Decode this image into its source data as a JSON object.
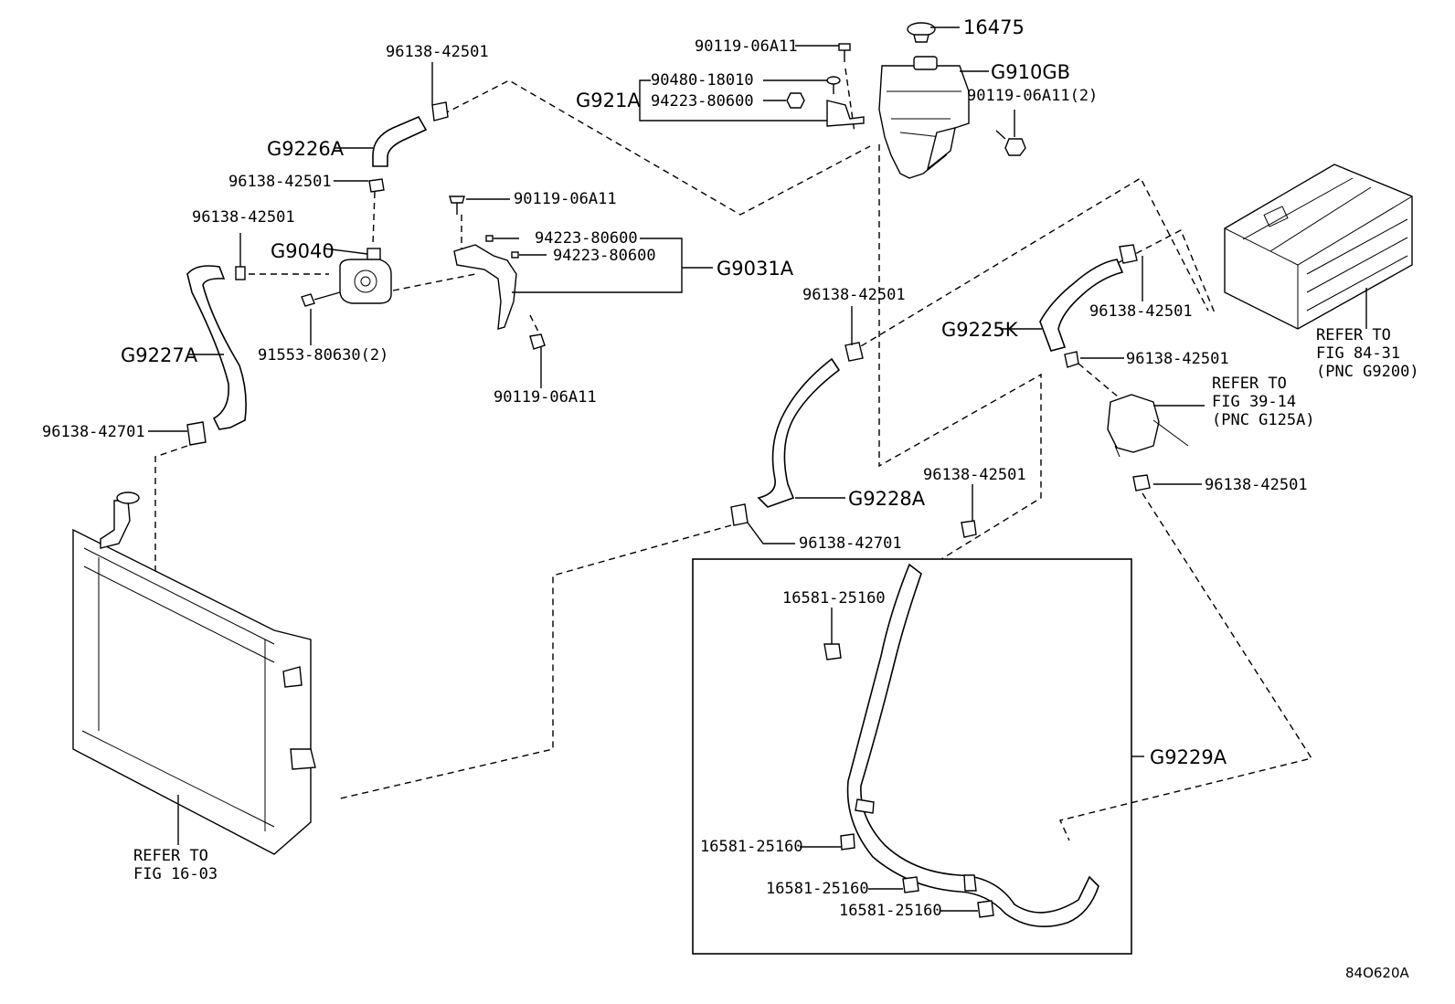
{
  "drawing_code": "84O620A",
  "labels": {
    "p16475": "16475",
    "p90119_top": "90119-06A11",
    "p90480": "90480-18010",
    "pG921A": "G921A",
    "p94223_tank": "94223-80600",
    "pG910GB": "G910GB",
    "p90119_tank2": "90119-06A11(2)",
    "p96138_top": "96138-42501",
    "pG9226A": "G9226A",
    "p96138_pump": "96138-42501",
    "p96138_left": "96138-42501",
    "pG9040": "G9040",
    "p90119_bracket": "90119-06A11",
    "p94223_a": "94223-80600",
    "p94223_b": "94223-80600",
    "pG9031A": "G9031A",
    "p91553": "91553-80630(2)",
    "p90119_bottom": "90119-06A11",
    "pG9227A": "G9227A",
    "p96138_42701_left": "96138-42701",
    "p96138_mid": "96138-42501",
    "pG9225K": "G9225K",
    "p96138_inv": "96138-42501",
    "p96138_valve": "96138-42501",
    "p96138_lower": "96138-42501",
    "pG9228A": "G9228A",
    "p96138_box": "96138-42501",
    "p96138_42701_mid": "96138-42701",
    "p16581_a": "16581-25160",
    "p16581_b": "16581-25160",
    "p16581_c": "16581-25160",
    "p16581_d": "16581-25160",
    "pG9229A": "G9229A"
  },
  "references": {
    "radiator": {
      "line1": "REFER TO",
      "line2": "FIG 16-03"
    },
    "inverter": {
      "line1": "REFER TO",
      "line2": "FIG 84-31",
      "line3": "(PNC G9200)"
    },
    "valve": {
      "line1": "REFER TO",
      "line2": "FIG 39-14",
      "line3": "(PNC G125A)"
    }
  }
}
